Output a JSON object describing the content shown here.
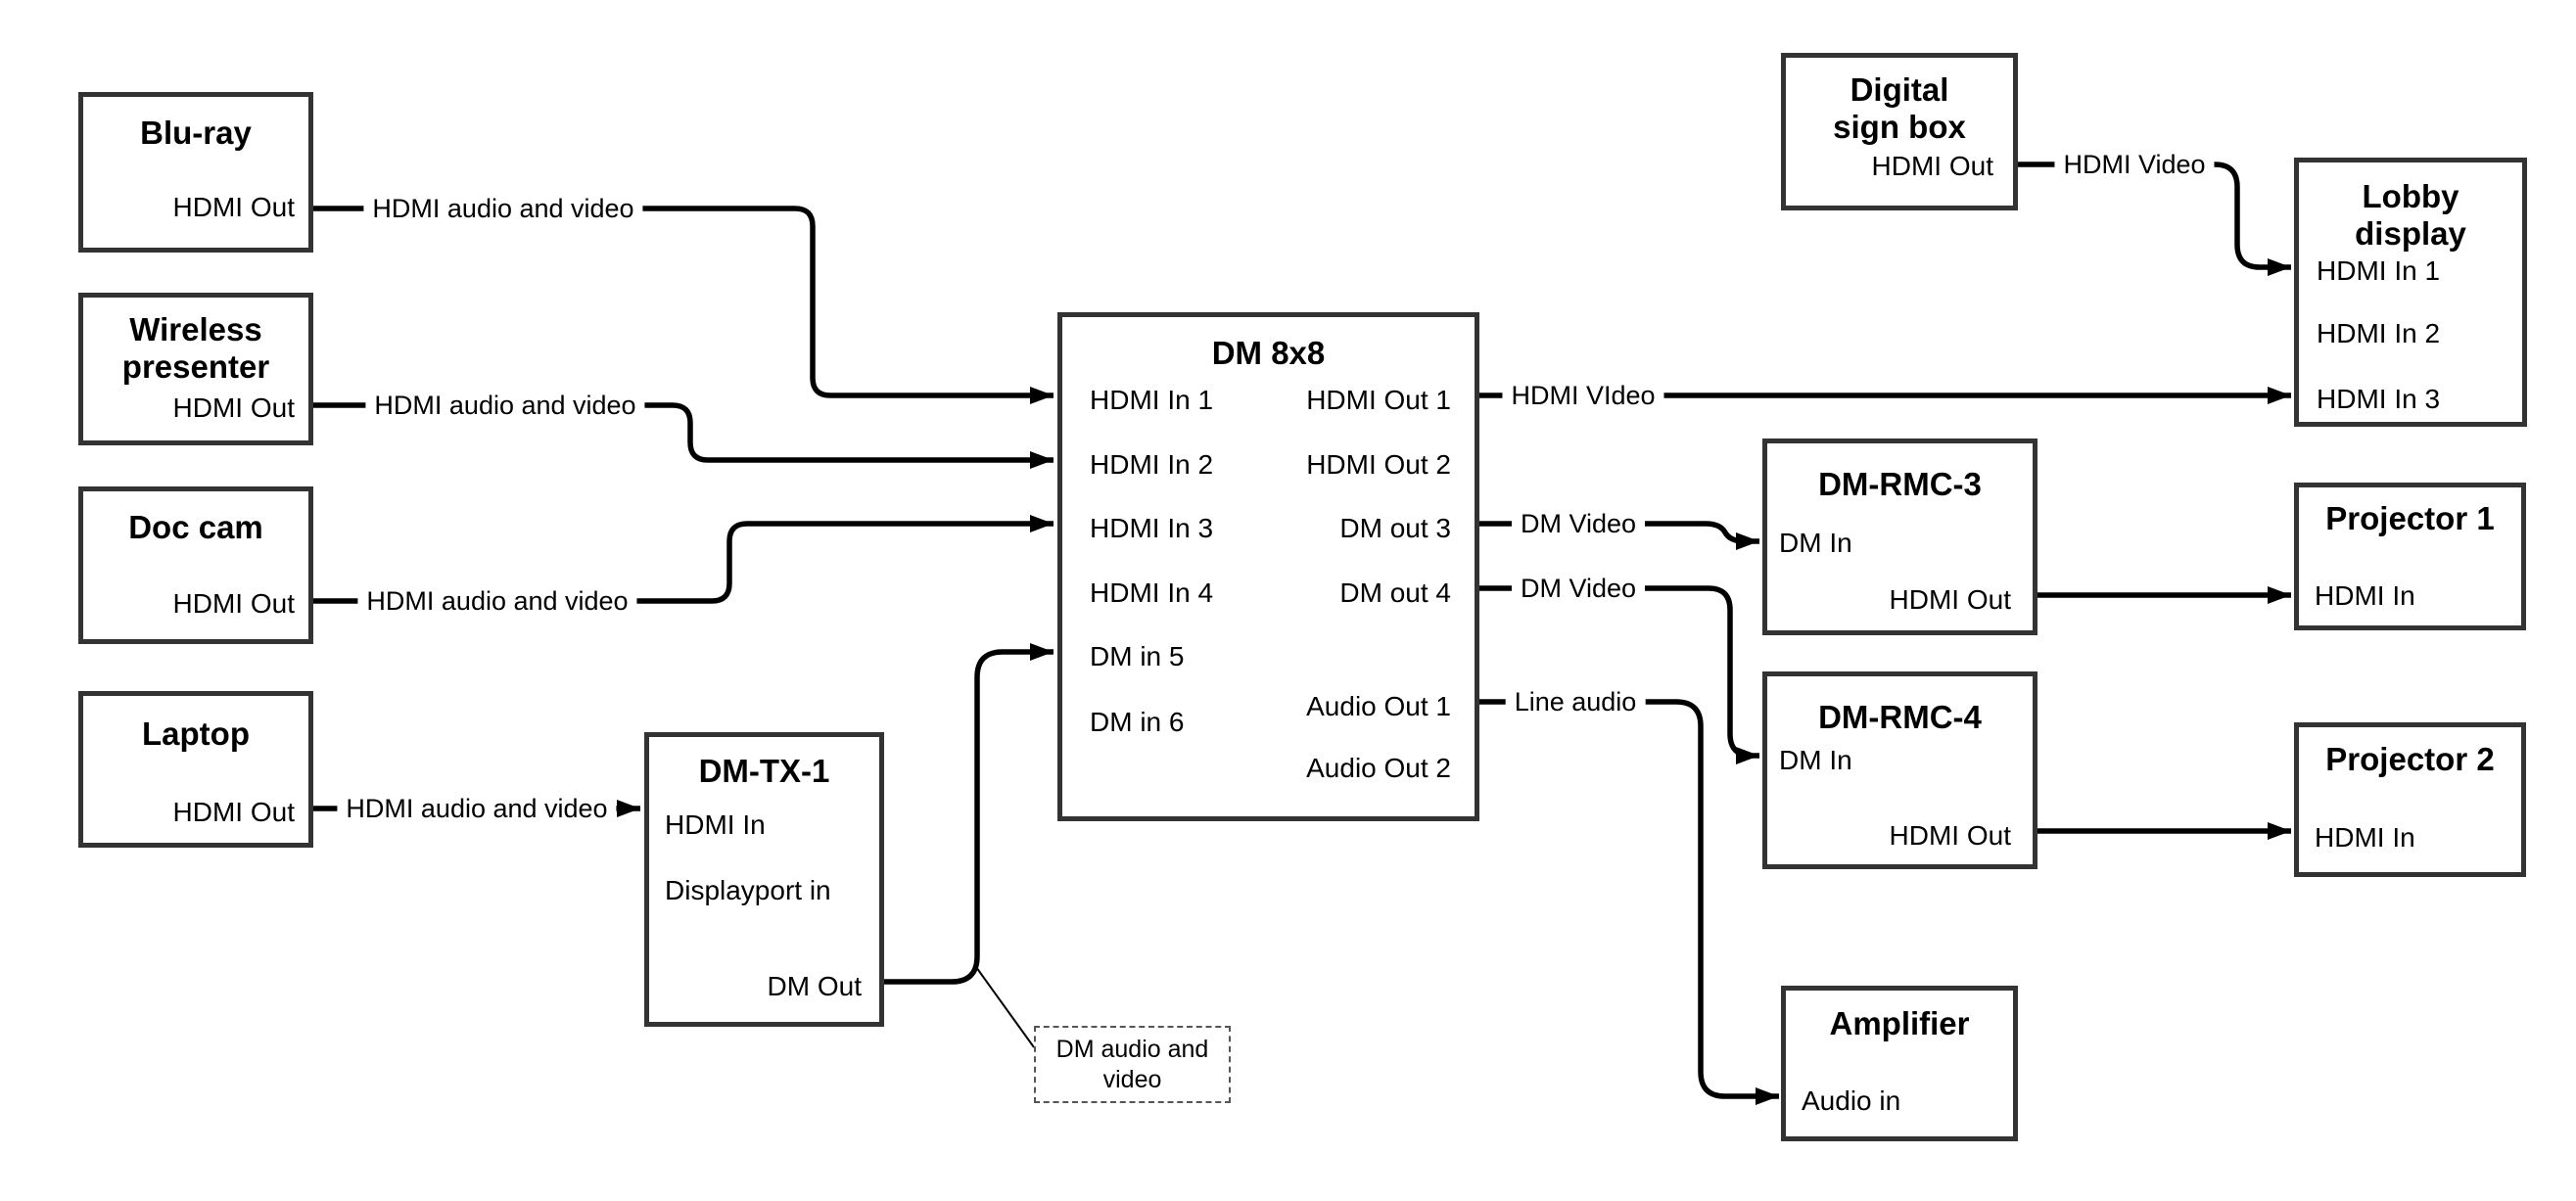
{
  "diagram": {
    "colors": {
      "line": "#000000",
      "box_border": "#333333",
      "background": "#ffffff",
      "text": "#000000"
    },
    "nodes": {
      "bluray": {
        "title": "Blu-ray",
        "ports": {
          "hdmi_out": "HDMI Out"
        }
      },
      "wireless_presenter": {
        "title": "Wireless presenter",
        "ports": {
          "hdmi_out": "HDMI Out"
        }
      },
      "doc_cam": {
        "title": "Doc cam",
        "ports": {
          "hdmi_out": "HDMI Out"
        }
      },
      "laptop": {
        "title": "Laptop",
        "ports": {
          "hdmi_out": "HDMI Out"
        }
      },
      "dm_tx_1": {
        "title": "DM-TX-1",
        "ports": {
          "hdmi_in": "HDMI In",
          "displayport_in": "Displayport in",
          "dm_out": "DM Out"
        }
      },
      "dm_8x8": {
        "title": "DM 8x8",
        "ports": {
          "hdmi_in_1": "HDMI In 1",
          "hdmi_in_2": "HDMI In 2",
          "hdmi_in_3": "HDMI In 3",
          "hdmi_in_4": "HDMI In 4",
          "dm_in_5": "DM in 5",
          "dm_in_6": "DM in 6",
          "hdmi_out_1": "HDMI Out 1",
          "hdmi_out_2": "HDMI Out 2",
          "dm_out_3": "DM out 3",
          "dm_out_4": "DM out 4",
          "audio_out_1": "Audio Out 1",
          "audio_out_2": "Audio Out 2"
        }
      },
      "digital_sign_box": {
        "title": "Digital sign box",
        "ports": {
          "hdmi_out": "HDMI Out"
        }
      },
      "lobby_display": {
        "title": "Lobby display",
        "ports": {
          "hdmi_in_1": "HDMI In 1",
          "hdmi_in_2": "HDMI In 2",
          "hdmi_in_3": "HDMI In 3"
        }
      },
      "dm_rmc_3": {
        "title": "DM-RMC-3",
        "ports": {
          "dm_in": "DM In",
          "hdmi_out": "HDMI Out"
        }
      },
      "projector_1": {
        "title": "Projector 1",
        "ports": {
          "hdmi_in": "HDMI In"
        }
      },
      "dm_rmc_4": {
        "title": "DM-RMC-4",
        "ports": {
          "dm_in": "DM In",
          "hdmi_out": "HDMI Out"
        }
      },
      "projector_2": {
        "title": "Projector 2",
        "ports": {
          "hdmi_in": "HDMI In"
        }
      },
      "amplifier": {
        "title": "Amplifier",
        "ports": {
          "audio_in": "Audio in"
        }
      }
    },
    "connection_labels": {
      "bluray_to_dm8x8": "HDMI audio and video",
      "wireless_to_dm8x8": "HDMI audio and video",
      "doccam_to_dm8x8": "HDMI audio and video",
      "laptop_to_dmtx1": "HDMI audio and video",
      "dm8x8_to_lobby": "HDMI VIdeo",
      "sign_to_lobby": "HDMI Video",
      "dmout3_to_rmc3": "DM Video",
      "dmout4_to_rmc4": "DM Video",
      "audioout1_to_amp": "Line audio",
      "dm_callout": "DM audio and video"
    }
  }
}
